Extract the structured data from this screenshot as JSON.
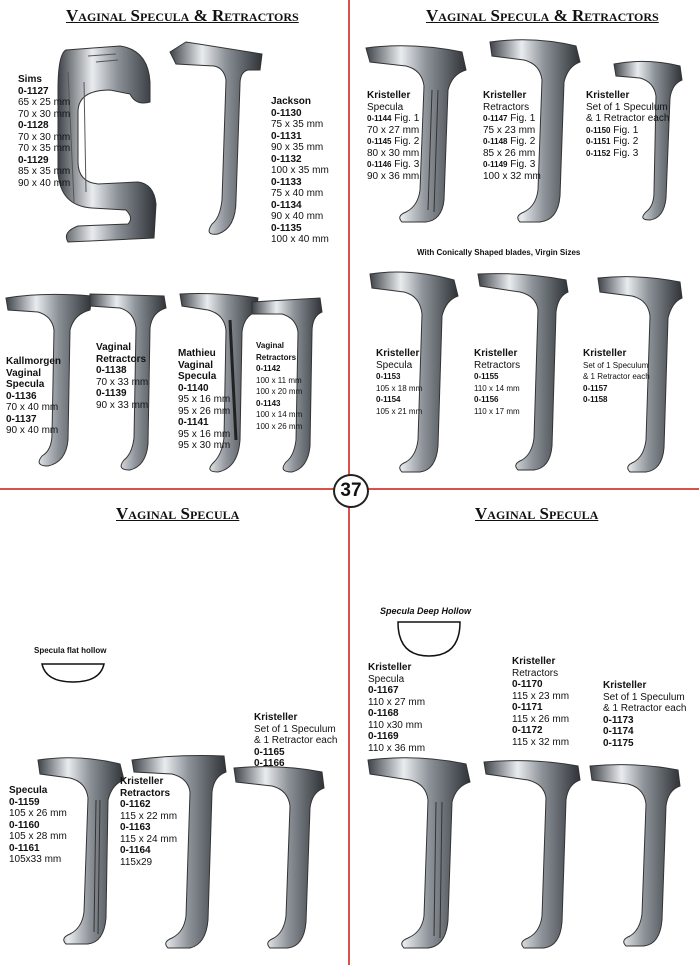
{
  "page_number": "37",
  "sections": {
    "tl_title": "Vaginal Specula & Retractors",
    "tr_title": "Vaginal Specula & Retractors",
    "bl_title": "Vaginal Specula",
    "br_title": "Vaginal Specula"
  },
  "sims": [
    "Sims",
    "0-1127",
    "65 x 25 mm",
    "70 x 30 mm",
    "0-1128",
    "70 x 30 mm",
    "70 x 35 mm",
    "0-1129",
    "85 x 35 mm",
    "90 x 40 mm"
  ],
  "jackson": [
    "Jackson",
    "0-1130",
    "75 x 35 mm",
    "0-1131",
    "90 x 35 mm",
    "0-1132",
    "100 x 35 mm",
    "0-1133",
    "75 x 40 mm",
    "0-1134",
    "90 x 40 mm",
    "0-1135",
    "100 x 40 mm"
  ],
  "kallmorgen": [
    "Kallmorgen",
    "Vaginal",
    "Specula",
    "0-1136",
    "70 x 40 mm",
    "0-1137",
    "90 x 40 mm"
  ],
  "vag_retr_1": [
    "Vaginal",
    "Retractors",
    "0-1138",
    "70 x 33 mm",
    "0-1139",
    "90 x 33 mm"
  ],
  "mathieu": [
    "Mathieu",
    "Vaginal",
    "Specula",
    "0-1140",
    "95 x 16 mm",
    "95 x 26 mm",
    "0-1141",
    "95 x 16 mm",
    "95 x 30 mm"
  ],
  "vag_retr_2": [
    "Vaginal",
    "Retractors",
    "0-1142",
    "100 x 11 mm",
    "100 x 20 mm",
    "0-1143",
    "100 x 14 mm",
    "100 x 26 mm"
  ],
  "krist_spec_1": [
    "Kristeller",
    "Specula",
    "0-1144",
    "Fig. 1",
    "70 x 27 mm",
    "0-1145",
    "Fig. 2",
    "80 x 30 mm",
    "0-1146",
    "Fig. 3",
    "90 x 36 mm"
  ],
  "krist_retr_1": [
    "Kristeller",
    "Retractors",
    "0-1147",
    "Fig. 1",
    "75 x 23 mm",
    "0-1148",
    "Fig. 2",
    "85 x 26 mm",
    "0-1149",
    "Fig. 3",
    "100 x 32 mm"
  ],
  "krist_set_1": [
    "Kristeller",
    "Set of 1 Speculum",
    "& 1 Retractor each",
    "0-1150",
    "Fig. 1",
    "0-1151",
    "Fig. 2",
    "0-1152",
    "Fig. 3"
  ],
  "conical_note": "With Conically Shaped blades, Virgin Sizes",
  "krist_spec_2": [
    "Kristeller",
    "Specula",
    "0-1153",
    "105 x 18 mm",
    "0-1154",
    "105 x 21 mm"
  ],
  "krist_retr_2": [
    "Kristeller",
    "Retractors",
    "0-1155",
    "110 x 14 mm",
    "0-1156",
    "110 x 17 mm"
  ],
  "krist_set_2": [
    "Kristeller",
    "Set of 1 Speculum",
    "& 1 Retractor each",
    "0-1157",
    "0-1158"
  ],
  "flat_hollow": "Specula flat hollow",
  "specula_bl": [
    "Specula",
    "0-1159",
    "105 x 26 mm",
    "0-1160",
    "105 x 28 mm",
    "0-1161",
    "105x33 mm"
  ],
  "krist_retr_bl": [
    "Kristeller",
    "Retractors",
    "0-1162",
    "115 x 22 mm",
    "0-1163",
    "115 x 24 mm",
    "0-1164",
    "115x29"
  ],
  "krist_set_bl": [
    "Kristeller",
    "Set of 1 Speculum",
    "& 1 Retractor each",
    "0-1165",
    "0-1166"
  ],
  "deep_hollow": "Specula Deep Hollow",
  "krist_spec_br": [
    "Kristeller",
    "Specula",
    "0-1167",
    "110 x 27 mm",
    "0-1168",
    "110 x30  mm",
    "0-1169",
    "110 x 36 mm"
  ],
  "krist_retr_br": [
    "Kristeller",
    "Retractors",
    "0-1170",
    "115 x 23 mm",
    "0-1171",
    "115 x 26 mm",
    "0-1172",
    "115 x 32 mm"
  ],
  "krist_set_br": [
    "Kristeller",
    "Set of 1 Speculum",
    "& 1 Retractor each",
    "0-1173",
    "0-1174",
    "0-1175"
  ],
  "icons": [
    "speculum-image",
    "retractor-image",
    "flat-hollow-shape",
    "deep-hollow-shape"
  ],
  "colors": {
    "divider": "#d9524a",
    "steel_dark": "#4a4f55",
    "steel_light": "#e4e7ea"
  }
}
